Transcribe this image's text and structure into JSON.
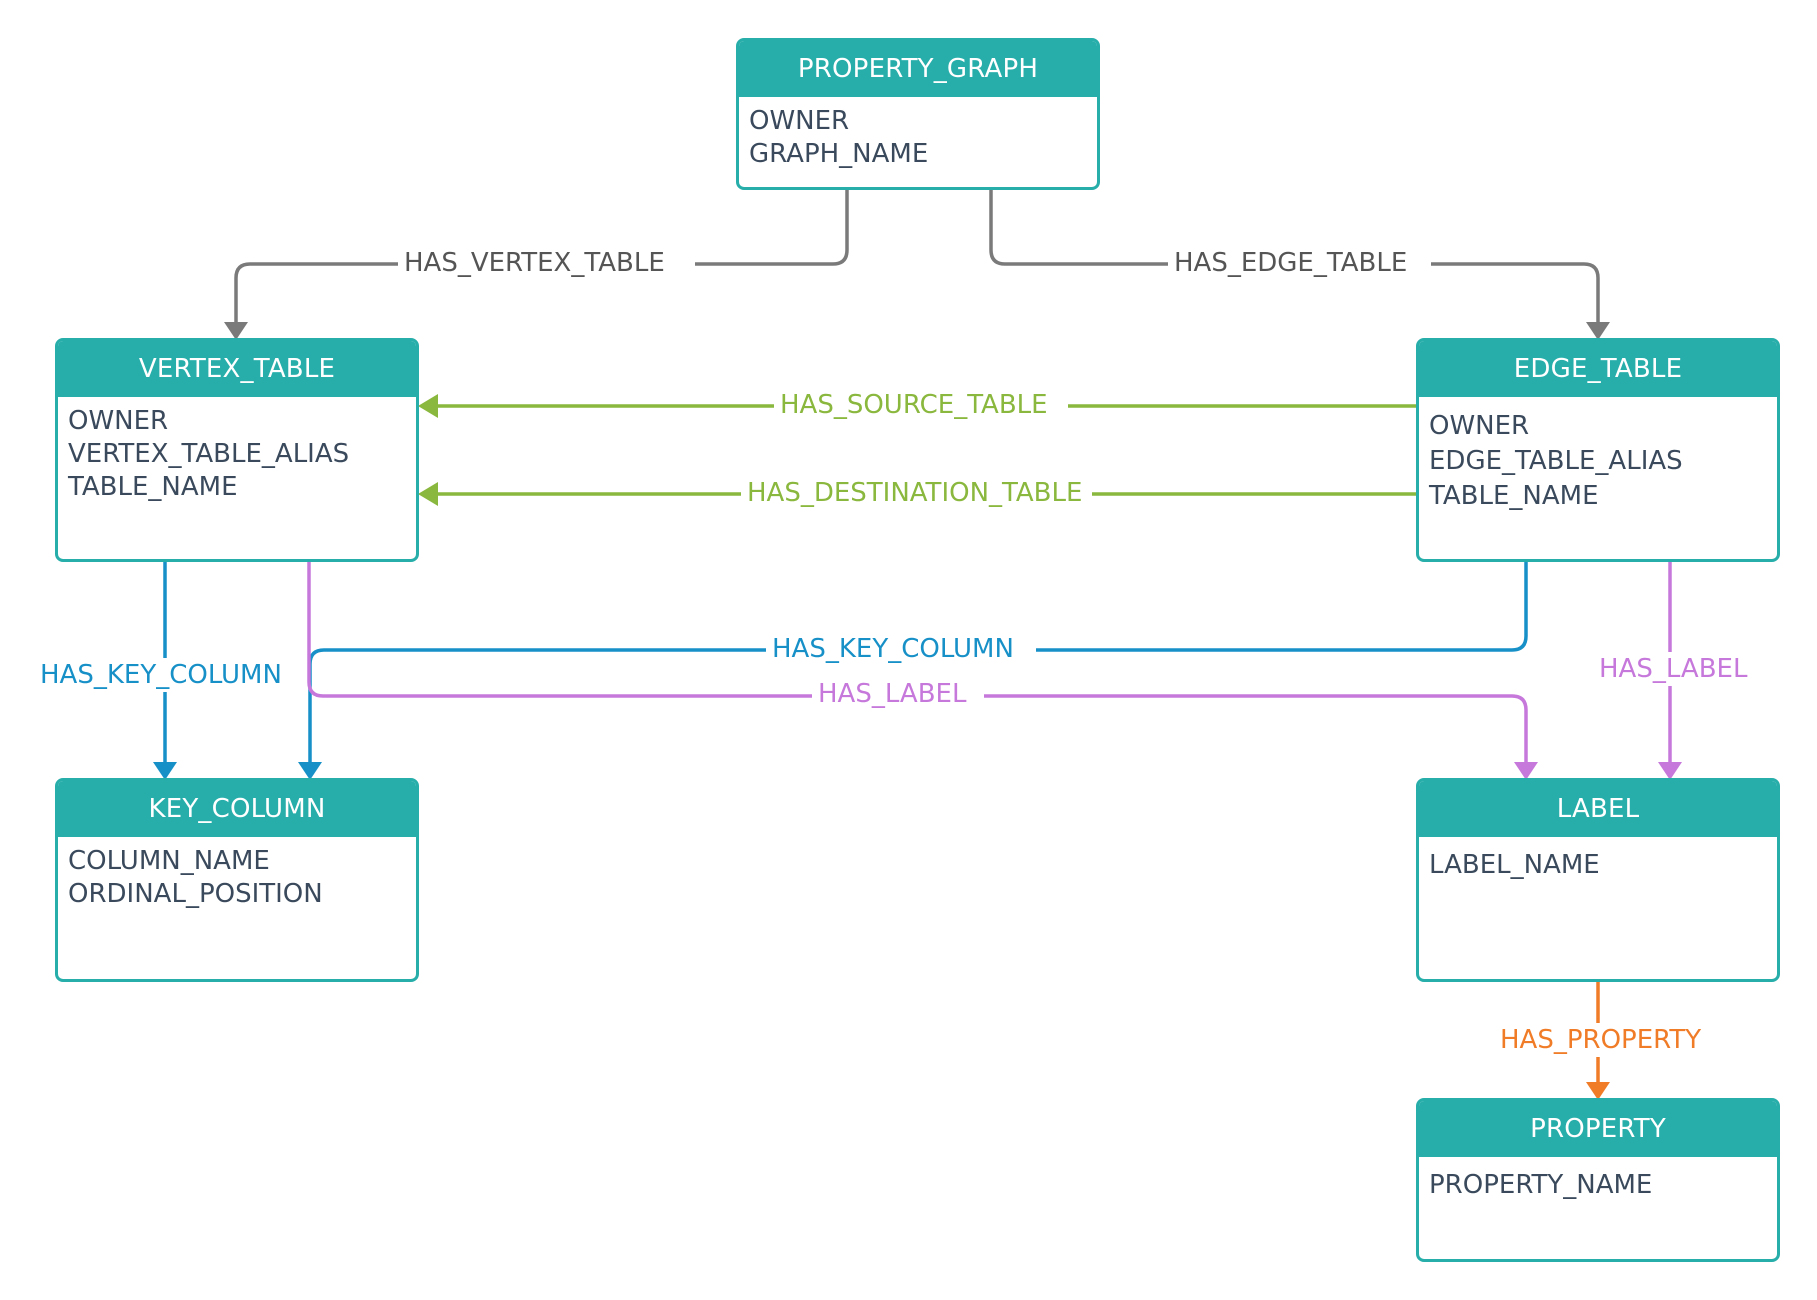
{
  "colors": {
    "entity": "#27aeaa",
    "field_text": "#3a4a5c",
    "gray": "#7a7a7a",
    "green": "#8ab73d",
    "blue": "#1790c8",
    "purple": "#c678db",
    "orange": "#f07c28"
  },
  "entities": {
    "property_graph": {
      "title": "PROPERTY_GRAPH",
      "fields": [
        "OWNER",
        "GRAPH_NAME"
      ]
    },
    "vertex_table": {
      "title": "VERTEX_TABLE",
      "fields": [
        "OWNER",
        "VERTEX_TABLE_ALIAS",
        "TABLE_NAME"
      ]
    },
    "edge_table": {
      "title": "EDGE_TABLE",
      "fields": [
        "OWNER",
        "EDGE_TABLE_ALIAS",
        "TABLE_NAME"
      ]
    },
    "key_column": {
      "title": "KEY_COLUMN",
      "fields": [
        "COLUMN_NAME",
        "ORDINAL_POSITION"
      ]
    },
    "label": {
      "title": "LABEL",
      "fields": [
        "LABEL_NAME"
      ]
    },
    "property": {
      "title": "PROPERTY",
      "fields": [
        "PROPERTY_NAME"
      ]
    }
  },
  "relations": {
    "has_vertex_table": "HAS_VERTEX_TABLE",
    "has_edge_table": "HAS_EDGE_TABLE",
    "has_source_table": "HAS_SOURCE_TABLE",
    "has_destination_table": "HAS_DESTINATION_TABLE",
    "vertex_has_key_column": "HAS_KEY_COLUMN",
    "edge_has_key_column": "HAS_KEY_COLUMN",
    "vertex_has_label": "HAS_LABEL",
    "edge_has_label": "HAS_LABEL",
    "has_property": "HAS_PROPERTY"
  }
}
